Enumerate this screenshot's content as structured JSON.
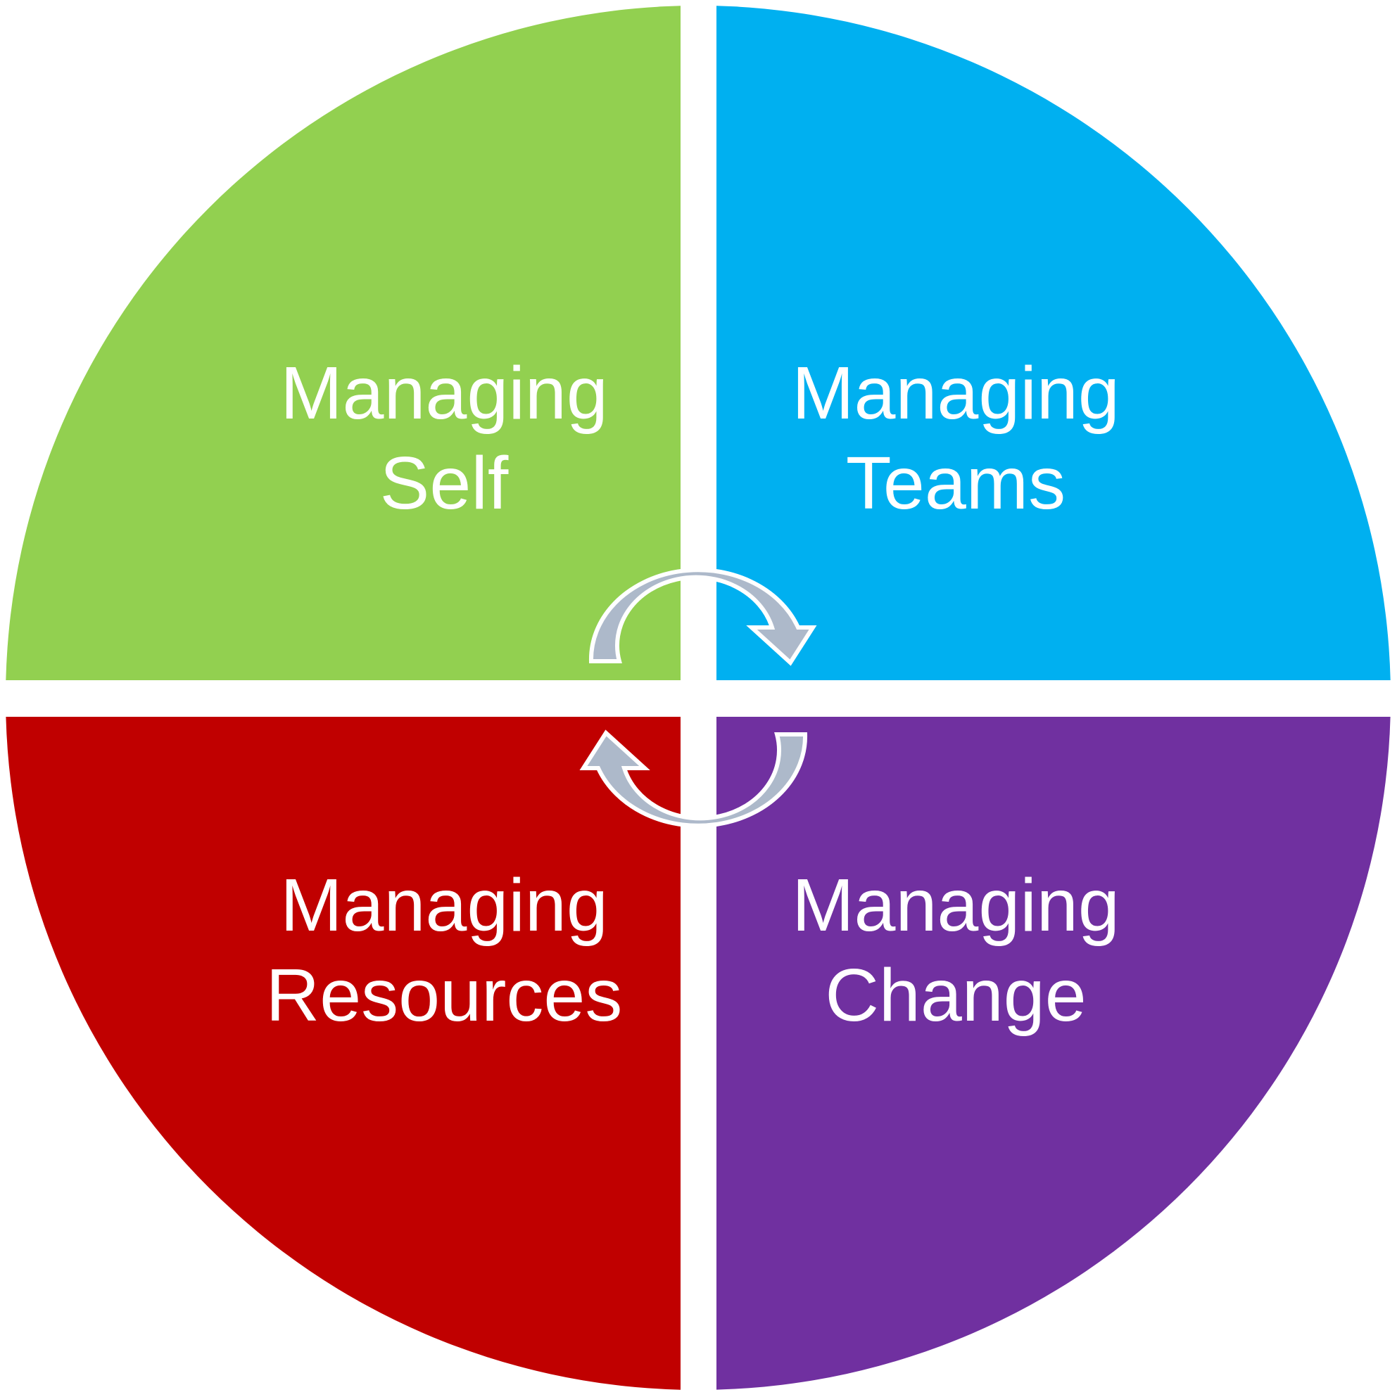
{
  "quadrants": [
    {
      "line1": "Managing",
      "line2": "Self",
      "color": "#92d050"
    },
    {
      "line1": "Managing",
      "line2": "Teams",
      "color": "#00b0f0"
    },
    {
      "line1": "Managing",
      "line2": "Resources",
      "color": "#c00000"
    },
    {
      "line1": "Managing",
      "line2": "Change",
      "color": "#7030a0"
    }
  ],
  "arrows": {
    "color": "#adb9ca",
    "direction": "clockwise"
  }
}
